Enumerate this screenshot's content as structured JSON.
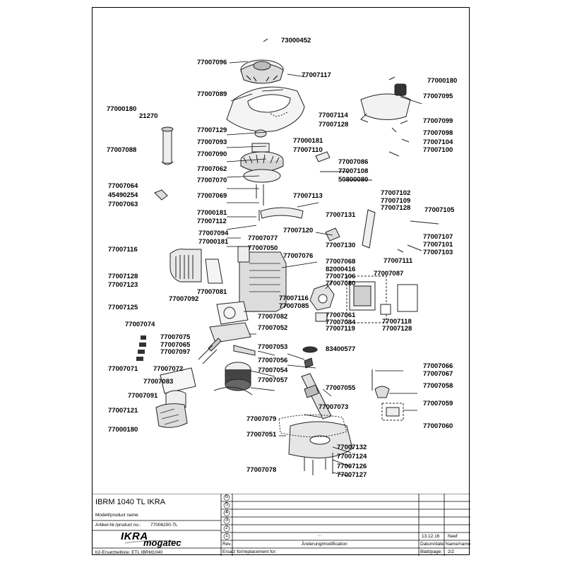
{
  "callouts": [
    "73000452",
    "77007096",
    "77007117",
    "77007089",
    "77000180",
    "77007095",
    "77000180",
    "21270",
    "77007114",
    "77007128",
    "77007099",
    "77007129",
    "77007098",
    "77007093",
    "77000181",
    "77007104",
    "77007110",
    "77007100",
    "77007088",
    "77007090",
    "77007086",
    "77007062",
    "77007108",
    "77007070",
    "50800080",
    "77007064",
    "45490254",
    "77007063",
    "77007069",
    "77007113",
    "77007102",
    "77007109",
    "77007128",
    "77007105",
    "77000181",
    "77007112",
    "77007131",
    "77007094",
    "77007120",
    "77000181",
    "77007077",
    "77007107",
    "77007116",
    "77007050",
    "77007130",
    "77007101",
    "77007103",
    "77007076",
    "77007111",
    "77007068",
    "77007128",
    "82000416",
    "77007087",
    "77007123",
    "77007106",
    "77007080",
    "77007092",
    "77007081",
    "77007116",
    "77007085",
    "77007125",
    "77007082",
    "77007061",
    "77007084",
    "77007118",
    "77007052",
    "77007119",
    "77007128",
    "77007074",
    "77007075",
    "77007065",
    "77007097",
    "77007053",
    "83400577",
    "77007056",
    "77007066",
    "77007071",
    "77007072",
    "77007054",
    "77007067",
    "77007083",
    "77007057",
    "77007055",
    "77007058",
    "77007091",
    "77007073",
    "77007059",
    "77007121",
    "77007079",
    "77000180",
    "77007060",
    "77007051",
    "77007132",
    "77007124",
    "77007078",
    "77007126",
    "77007127"
  ],
  "title_block": {
    "product_title": "IBRM 1040 TL IKRA",
    "model_label": "Modell/product name",
    "article_label": "Artikel-Nr./product no.:",
    "article_no": "77006200-TL",
    "brand_top": "IKRA",
    "brand_bottom": "mogatec",
    "spare_list": "b2-Ersatzteilliste: ETL IBRM1040",
    "revision_numbers": [
      "6",
      "5",
      "4",
      "3",
      "2",
      "1"
    ],
    "rev_label": "Rev.",
    "change_label": "Änderung/modification",
    "date_name_label": "Datum/date",
    "name_label": "Name/name",
    "date_value": "13.12.16",
    "name_value": "Neef",
    "replacement_label": "Ersatz für/replacement for:",
    "sheet_label": "Blatt/page:",
    "sheet_value": "2/2",
    "empty_cell_mark": "---"
  }
}
